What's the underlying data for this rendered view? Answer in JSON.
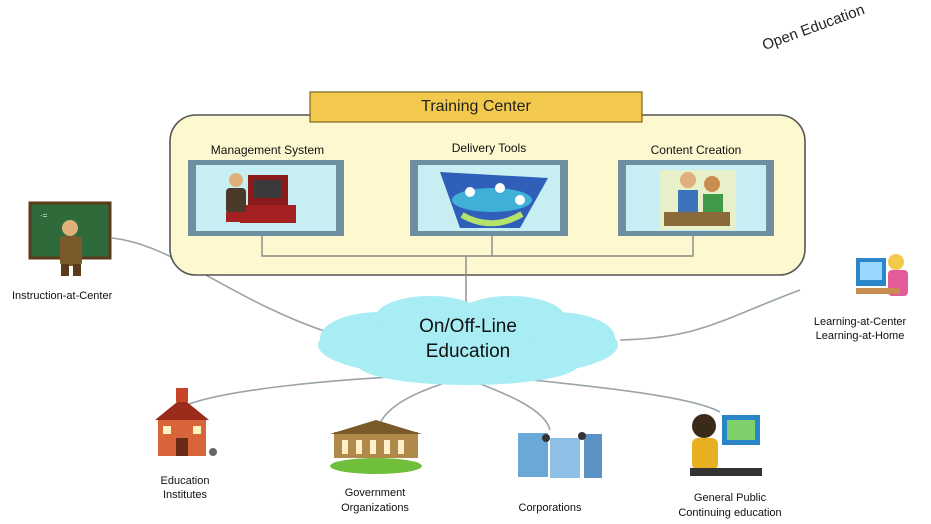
{
  "corner_label": "Open Education",
  "training_center": {
    "title": "Training Center",
    "panels": [
      {
        "label": "Management System",
        "icon": "office-worker-computer-icon"
      },
      {
        "label": "Delivery Tools",
        "icon": "network-delivery-icon"
      },
      {
        "label": "Content Creation",
        "icon": "students-at-computer-icon"
      }
    ]
  },
  "hub": {
    "line1": "On/Off-Line",
    "line2": "Education"
  },
  "left_node": {
    "label": "Instruction-at-Center",
    "icon": "teacher-blackboard-icon"
  },
  "right_node": {
    "line1": "Learning-at-Center",
    "line2": "Learning-at-Home",
    "icon": "learner-at-computer-icon"
  },
  "bottom_nodes": [
    {
      "line1": "Education",
      "line2": "Institutes",
      "icon": "schoolhouse-icon"
    },
    {
      "line1": "Government",
      "line2": "Organizations",
      "icon": "government-building-icon"
    },
    {
      "line1": "Corporations",
      "line2": "",
      "icon": "corporate-buildings-icon"
    },
    {
      "line1": "General Public",
      "line2": "Continuing education",
      "icon": "person-at-computer-icon"
    }
  ],
  "colors": {
    "container_fill": "#fdf8d0",
    "title_bar": "#f2c94c",
    "hub_cloud": "#a8ecf4",
    "panel_frame": "#6e8fa0",
    "panel_screen": "#c7eef2"
  }
}
